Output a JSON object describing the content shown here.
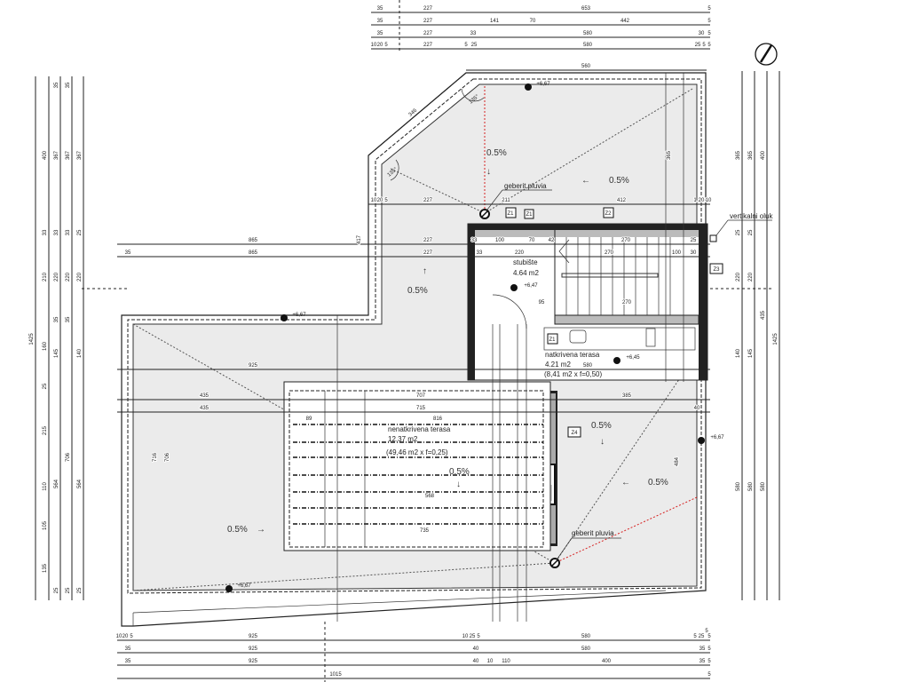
{
  "drawing": {
    "dims_top": [
      [
        "35",
        "227",
        "653",
        "5"
      ],
      [
        "35",
        "227",
        "141",
        "70",
        "442",
        "5"
      ],
      [
        "35",
        "227",
        "33",
        "580",
        "30",
        "5"
      ],
      [
        "10",
        "20",
        "5",
        "227",
        "5",
        "25",
        "580",
        "25",
        "5",
        "5"
      ],
      [
        "560"
      ]
    ],
    "dims_bottom": [
      [
        "10",
        "20",
        "5",
        "925",
        "10",
        "25",
        "5",
        "580",
        "5",
        "25",
        "5",
        "5"
      ],
      [
        "35",
        "925",
        "40",
        "580",
        "35",
        "5"
      ],
      [
        "35",
        "925",
        "40",
        "10",
        "110",
        "400",
        "35",
        "5"
      ],
      [
        "1015",
        "5"
      ]
    ],
    "dims_left": {
      "total": "1425",
      "col1": [
        "400",
        "33",
        "210",
        "160",
        "25",
        "215",
        "110",
        "105",
        "135"
      ],
      "col2": [
        "35",
        "367",
        "33",
        "220",
        "35",
        "145",
        "564",
        "25"
      ],
      "col3": [
        "35",
        "367",
        "33",
        "220",
        "35",
        "706",
        "25"
      ],
      "col4": [
        "367",
        "25",
        "220",
        "140",
        "564",
        "25"
      ]
    },
    "dims_right": {
      "total": "1425",
      "col1": [
        "365",
        "25",
        "220",
        "140",
        "580"
      ],
      "col2": [
        "365",
        "25",
        "220",
        "145",
        "580"
      ],
      "col3": [
        "400",
        "435",
        "580"
      ]
    },
    "dims_inner": {
      "upper_row": [
        "10",
        "20",
        "5",
        "227",
        "211",
        "412",
        "1",
        "20",
        "10"
      ],
      "row_a": [
        "865",
        "227",
        "33",
        "100",
        "70",
        "42",
        "270",
        "25"
      ],
      "row_b": [
        "35",
        "865",
        "227",
        "33",
        "220",
        "270",
        "100",
        "30"
      ],
      "mid_row": [
        "925",
        "95",
        "270"
      ],
      "terrace_row1": [
        "435",
        "707",
        "385"
      ],
      "terrace_row2": [
        "435",
        "715",
        "40"
      ],
      "terrace_row3": [
        "816",
        "580"
      ],
      "terrace_row4": [
        "89",
        "568",
        "735"
      ],
      "diag": "346",
      "h417": "417",
      "h706": "706",
      "h716": "716",
      "h484": "484",
      "h365": "365"
    },
    "labels": {
      "stairs_name": "stubište",
      "stairs_area": "4.64 m2",
      "covered_name": "natkrivena terasa",
      "covered_area": "4.21 m2",
      "covered_calc": "(8,41 m2 x f=0,50)",
      "open_name": "nenatkrivena terasa",
      "open_area": "12.37 m2",
      "open_calc": "(49,46 m2 x f=0,25)",
      "drain_top": "geberit pluvia",
      "drain_bottom": "geberit pluvia",
      "downpipe": "vertikalni oluk",
      "angle1": "135°",
      "angle2": "135°"
    },
    "slopes": [
      {
        "value": "0.5%",
        "arrow": "↓"
      },
      {
        "value": "0.5%",
        "arrow": "←"
      },
      {
        "value": "0.5%",
        "arrow": "↑"
      },
      {
        "value": "0.5%",
        "arrow": "↓"
      },
      {
        "value": "0.5%",
        "arrow": "↓"
      },
      {
        "value": "0.5%",
        "arrow": "←"
      },
      {
        "value": "0.5%",
        "arrow": "→"
      }
    ],
    "elevations": [
      "+6,67",
      "+6,67",
      "+6,67",
      "+6,67",
      "+6,47",
      "+6,45"
    ],
    "markers": [
      "Z1",
      "Z2",
      "Z3",
      "Z4",
      "Z1",
      "Z1"
    ],
    "colors": {
      "roof_fill": "#ebebeb",
      "drain_line": "#d62020"
    }
  }
}
